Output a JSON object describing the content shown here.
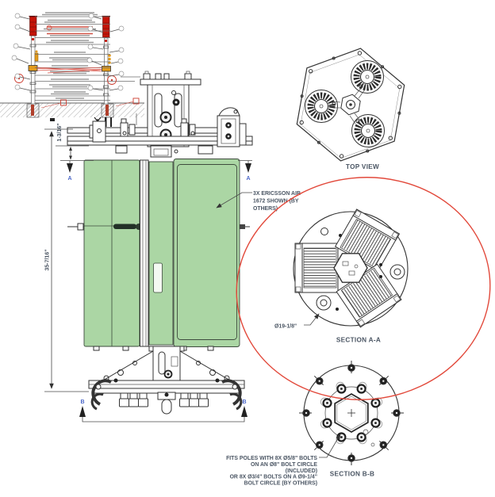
{
  "drawing": {
    "captions": {
      "top_view": "TOP VIEW",
      "section_aa": "SECTION A-A",
      "section_bb": "SECTION B-B"
    },
    "dimensions": {
      "height": "35-7/16\"",
      "gap": "1-3/16\"",
      "section_diameter": "Ø19-1/8\""
    },
    "section_markers": {
      "a": "A",
      "b": "B"
    },
    "notes": {
      "antenna": {
        "lines": [
          "3X ERICSSON AIR",
          "1672 SHOWN (BY",
          "OTHERS)"
        ]
      },
      "bolt_pattern": {
        "lines": [
          "FITS POLES WITH 8X Ø5/8\" BOLTS",
          "ON AN Ø8\" BOLT CIRCLE",
          "(INCLUDED)",
          "OR 8X Ø3/4\" BOLTS ON A Ø9-1/4\"",
          "BOLT CIRCLE (BY OTHERS)"
        ]
      }
    },
    "colors": {
      "line": "#333333",
      "label_text": "#4a5563",
      "antenna_green": "#abd6a4",
      "highlight_red": "#e2493b",
      "beacon_red": "#c41408",
      "marker_blue": "#4a66c8",
      "amber": "#e39b1c"
    }
  }
}
